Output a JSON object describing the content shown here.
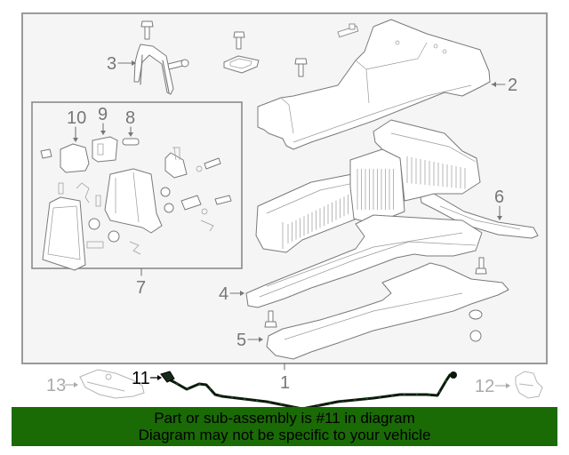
{
  "diagram": {
    "title": "Battery assembly exploded parts diagram",
    "highlighted_part": "11",
    "callouts": [
      {
        "id": "1",
        "label": "1"
      },
      {
        "id": "2",
        "label": "2"
      },
      {
        "id": "3",
        "label": "3"
      },
      {
        "id": "4",
        "label": "4"
      },
      {
        "id": "5",
        "label": "5"
      },
      {
        "id": "6",
        "label": "6"
      },
      {
        "id": "7",
        "label": "7"
      },
      {
        "id": "8",
        "label": "8"
      },
      {
        "id": "9",
        "label": "9"
      },
      {
        "id": "10",
        "label": "10"
      },
      {
        "id": "11",
        "label": "11"
      },
      {
        "id": "12",
        "label": "12"
      },
      {
        "id": "13",
        "label": "13"
      }
    ],
    "colors": {
      "frame": "#999999",
      "panel_bg": "#f5f5f5",
      "line": "#777777",
      "highlight_part": "#000000",
      "highlight_accent": "#1f7a1f",
      "banner_bg": "#1a6a06",
      "banner_text": "#000000"
    }
  },
  "banner": {
    "line1": "Part or sub-assembly is #11 in diagram",
    "line2": "Diagram may not be specific to your vehicle"
  }
}
